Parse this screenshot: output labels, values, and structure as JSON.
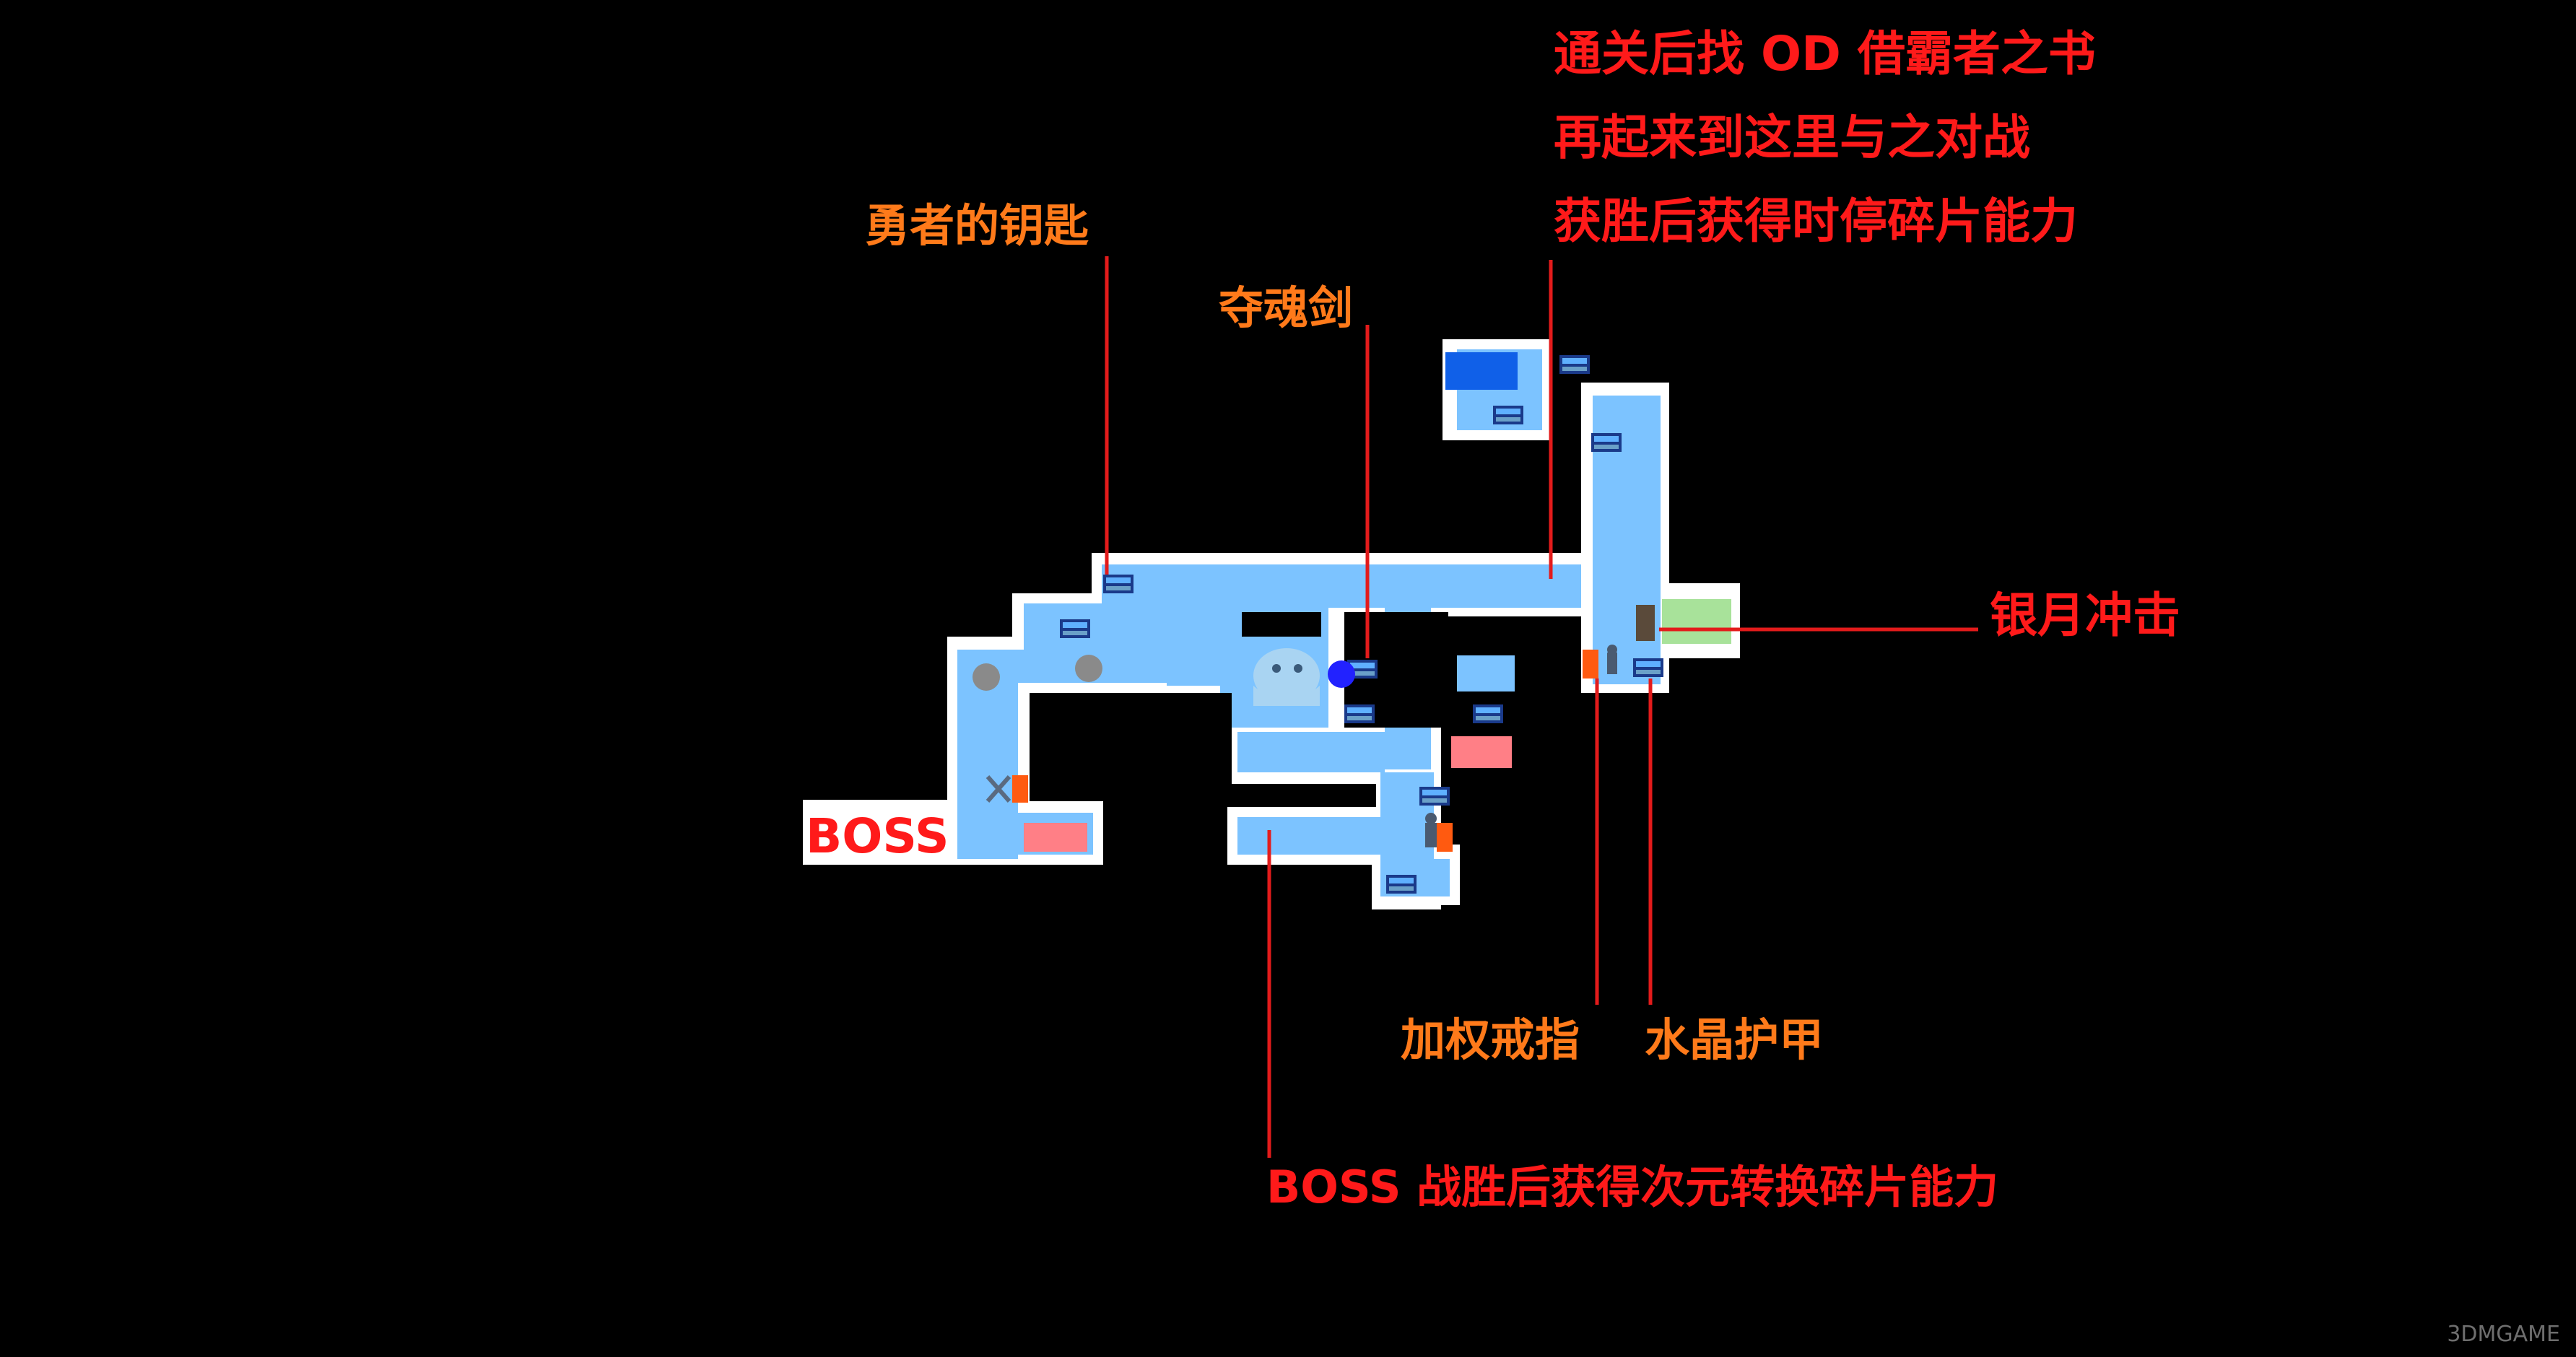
{
  "labels": {
    "od_note_line1": "通关后找 OD 借霸者之书",
    "od_note_line2": "再起来到这里与之对战",
    "od_note_line3": "获胜后获得时停碎片能力",
    "heros_key": "勇者的钥匙",
    "soul_sword": "夺魂剑",
    "silver_moon_strike": "银月冲击",
    "boss": "BOSS",
    "weighted_ring": "加权戒指",
    "crystal_armor": "水晶护甲",
    "boss_reward_note": "BOSS 战胜后获得次元转换碎片能力"
  },
  "watermark": "3DMGAME",
  "colors": {
    "room": "#7cc3ff",
    "wall": "#ffffff",
    "line": "#e31b1b",
    "orange_label": "#ff7a1a",
    "red_label": "#ff1a1a",
    "save_room": "#ff7f86",
    "door": "#ff5a10",
    "teleporter": "#1060e8",
    "background": "#000000"
  },
  "icons": [
    "treasure-chest-icon",
    "grey-orb-icon",
    "blue-orb-icon",
    "ghost-enemy-icon",
    "crossed-swords-icon",
    "armor-icon"
  ]
}
